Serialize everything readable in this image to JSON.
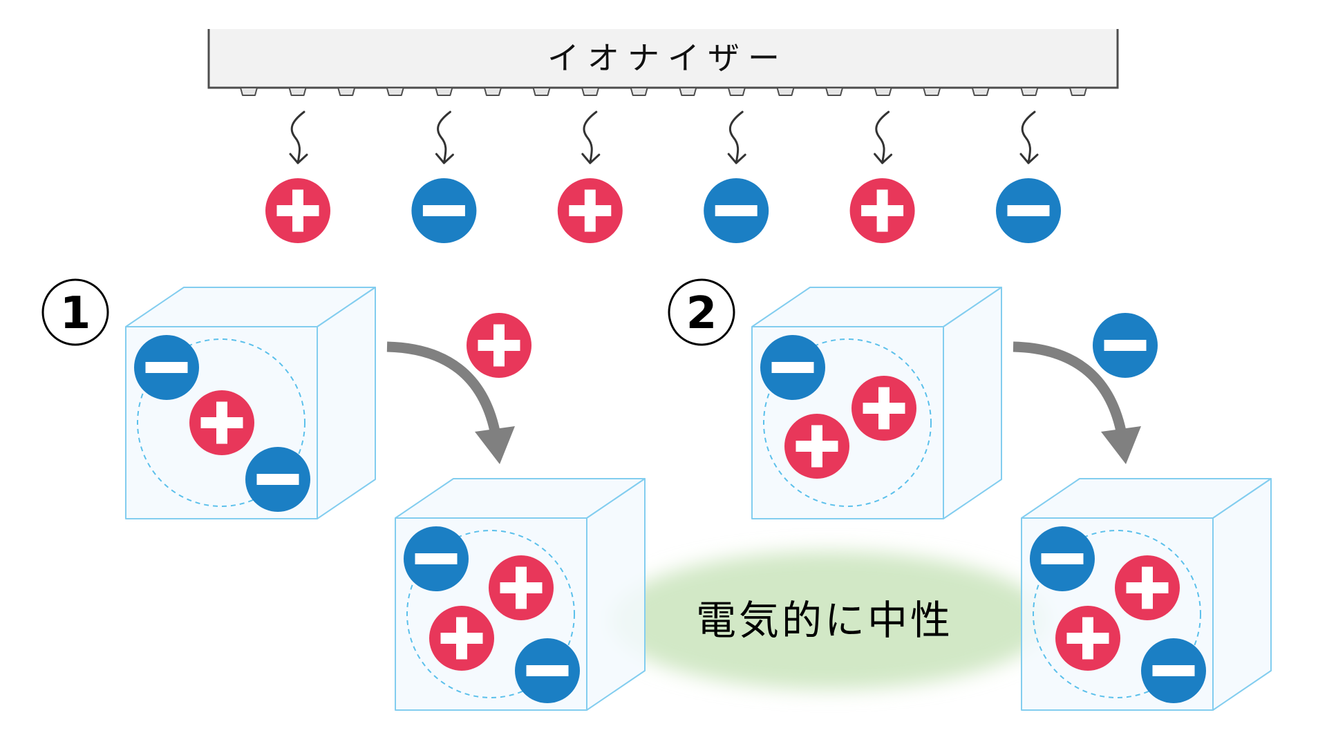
{
  "ionizer": {
    "label": "イオナイザー",
    "nozzle_count": 18
  },
  "emitted_ions": [
    "+",
    "-",
    "+",
    "-",
    "+",
    "-"
  ],
  "steps": [
    {
      "number": "1",
      "before": [
        "-",
        "+",
        "-"
      ],
      "incoming_ion": "+",
      "after": [
        "-",
        "+",
        "+",
        "-"
      ]
    },
    {
      "number": "2",
      "before": [
        "-",
        "+",
        "+"
      ],
      "incoming_ion": "-",
      "after": [
        "-",
        "+",
        "+",
        "-"
      ]
    }
  ],
  "result_label": "電気的に中性",
  "colors": {
    "positive": "#E8375A",
    "negative": "#1B7FC4",
    "cube_stroke": "#82CDEF",
    "cube_fill": "#F3F9FE",
    "dashed": "#5BC0EB",
    "arrow": "#808080",
    "emission_arrow": "#333333",
    "ionizer_fill": "#F2F2F2",
    "ionizer_stroke": "#4D4D4D",
    "nozzle_fill": "#E6E6E6",
    "neutral_glow": "#D2E8C6"
  }
}
